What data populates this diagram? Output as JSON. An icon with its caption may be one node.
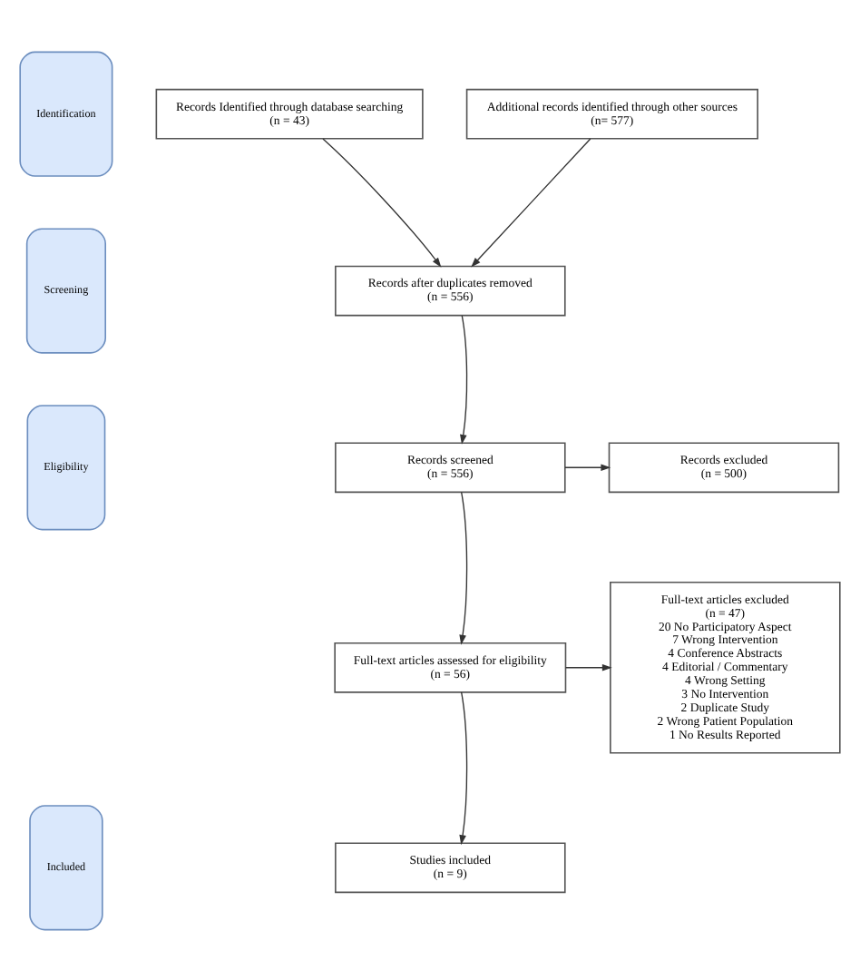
{
  "diagram": {
    "nodes": [
      {
        "text": [
          "Identification"
        ]
      },
      {
        "text": [
          "Records Identified through database searching",
          "(n = 43)"
        ]
      },
      {
        "text": [
          "Additional records identified through other sources",
          "(n= 577)"
        ]
      },
      {
        "text": [
          "Screening"
        ]
      },
      {
        "text": [
          "Records after duplicates removed",
          "(n = 556)"
        ]
      },
      {
        "text": [
          "Eligibility"
        ]
      },
      {
        "text": [
          "Records screened",
          "(n = 556)"
        ]
      },
      {
        "text": [
          "Records excluded",
          "(n = 500)"
        ]
      },
      {
        "text": [
          "Full-text articles assessed for eligibility",
          "(n = 56)"
        ]
      },
      {
        "text": [
          "Full-text articles excluded",
          "(n = 47)",
          "20 No Participatory Aspect",
          "7 Wrong Intervention",
          "4 Conference Abstracts",
          "4 Editorial / Commentary",
          "4 Wrong Setting",
          "3 No Intervention",
          "2 Duplicate Study",
          "2 Wrong Patient Population",
          "1 No Results Reported"
        ]
      },
      {
        "text": [
          "Included"
        ]
      },
      {
        "text": [
          "Studies included",
          "(n = 9)"
        ]
      }
    ],
    "edges": [
      {
        "from": 1,
        "to": 4,
        "arrow": "to"
      },
      {
        "from": 2,
        "to": 4,
        "arrow": "to"
      },
      {
        "from": 4,
        "to": 6,
        "arrow": "to"
      },
      {
        "from": 6,
        "to": 7,
        "arrow": "to"
      },
      {
        "from": 6,
        "to": 8,
        "arrow": "to"
      },
      {
        "from": 8,
        "to": 9,
        "arrow": "to"
      },
      {
        "from": 8,
        "to": 11,
        "arrow": "to"
      }
    ]
  }
}
